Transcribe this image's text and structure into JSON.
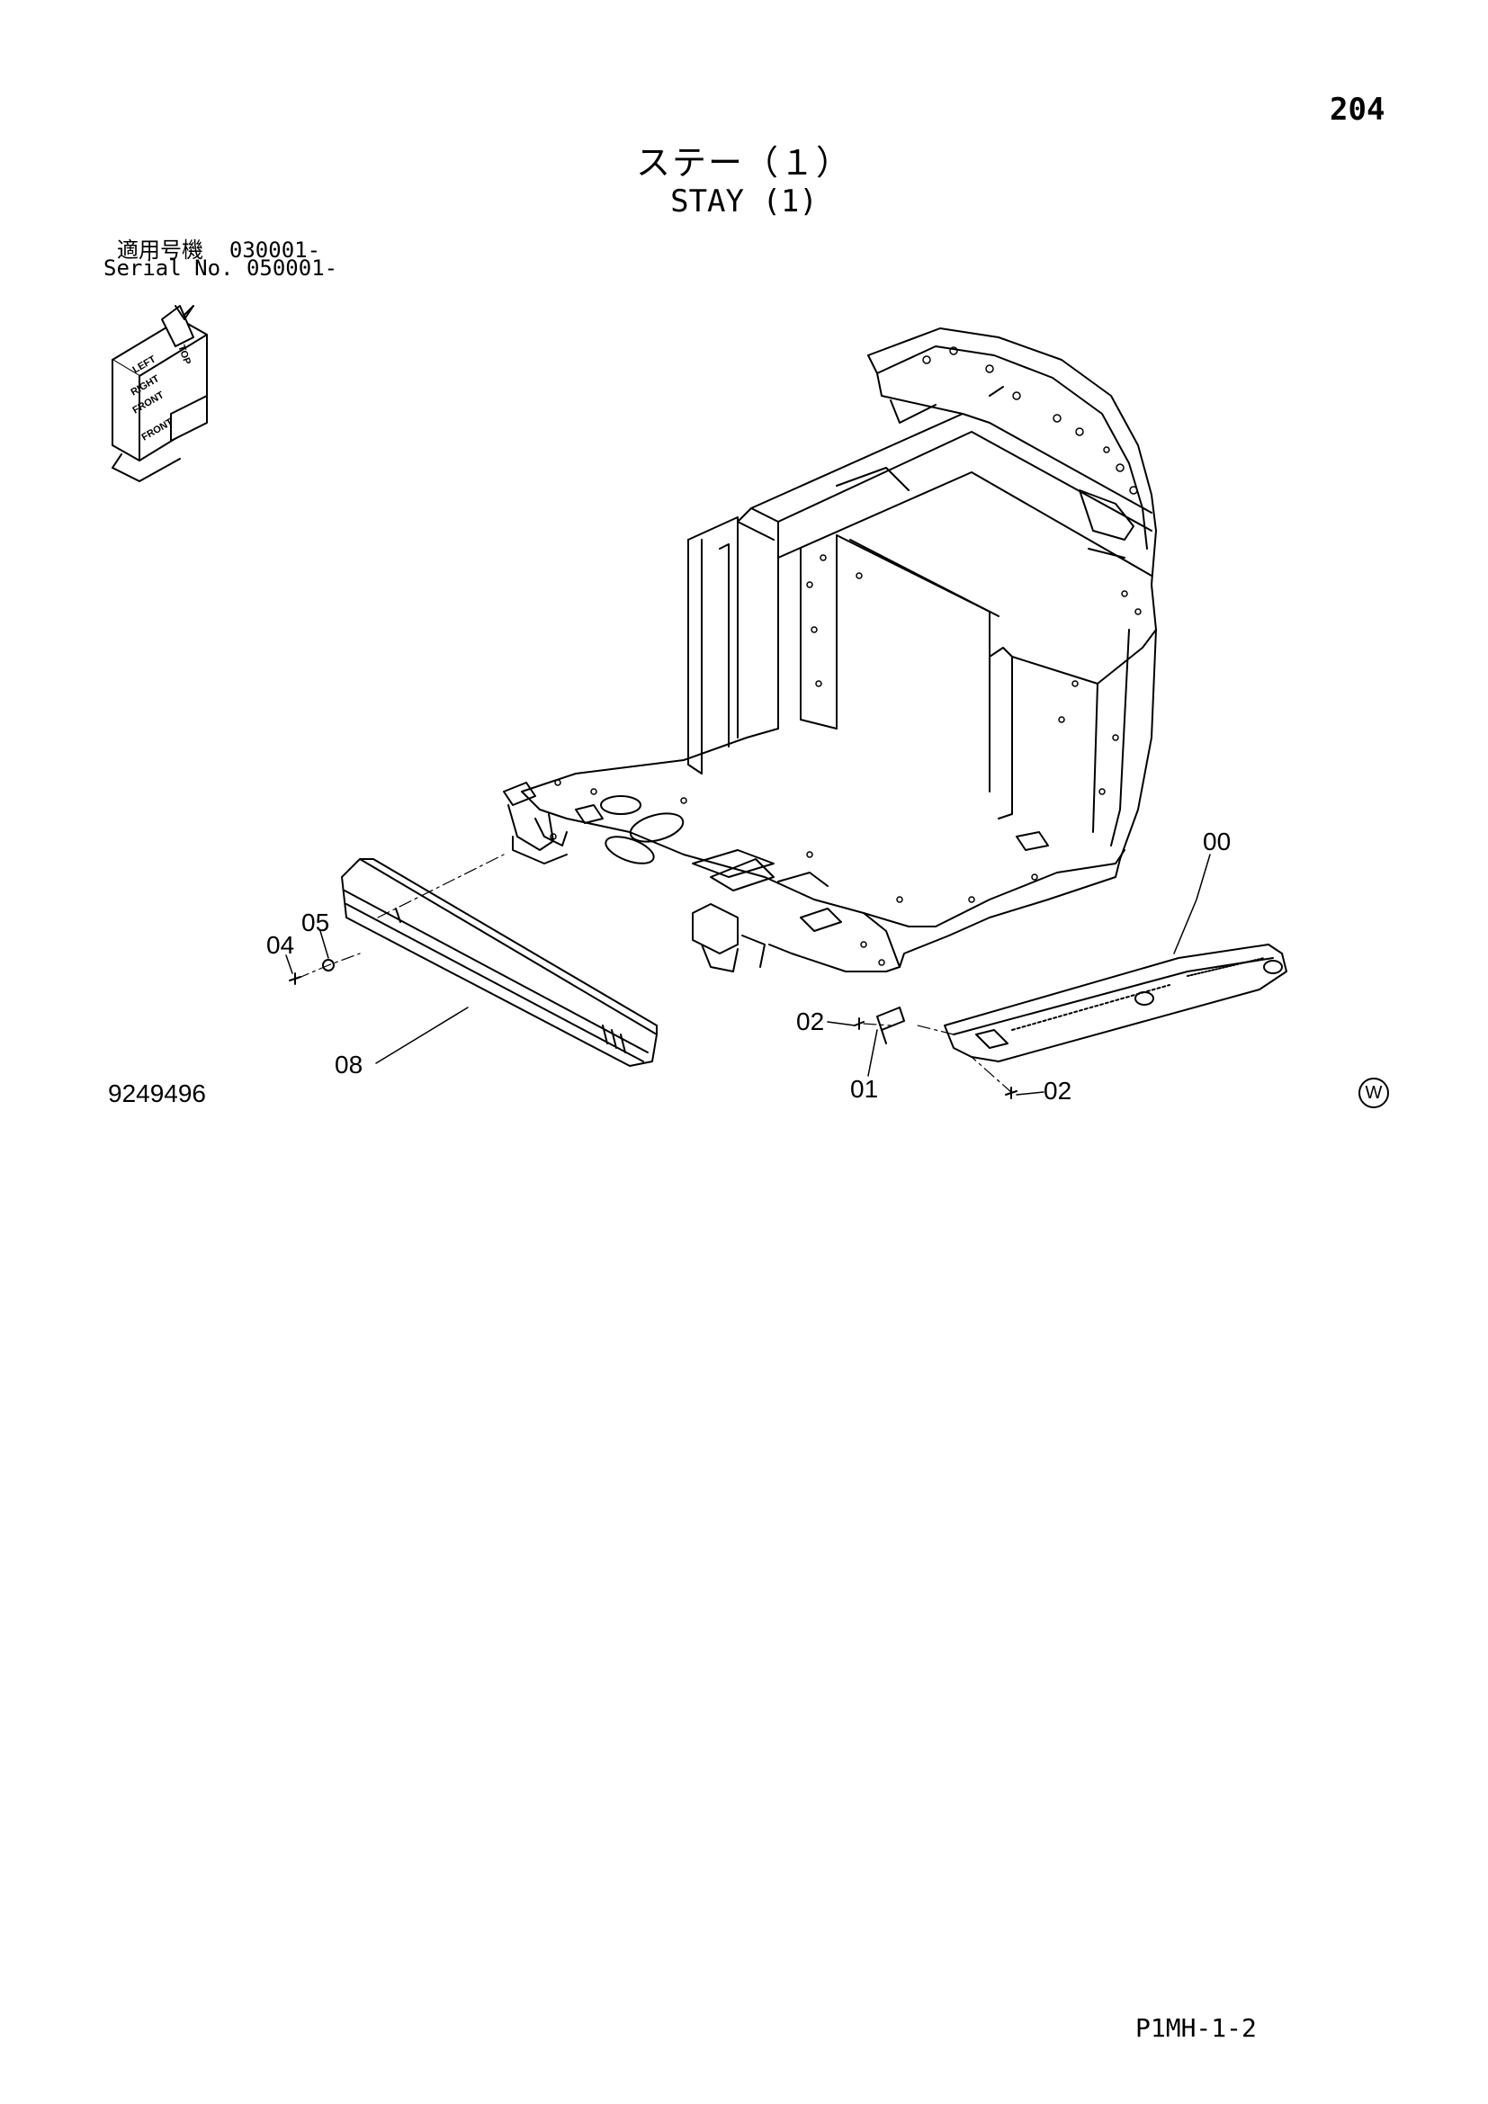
{
  "header": {
    "page_number": "204",
    "title_jp": "ステー（１）",
    "title_en": "STAY (1)",
    "serial_jp": "適用号機  030001-",
    "serial_en": "Serial No. 050001-"
  },
  "orientation_labels": [
    "LEFT",
    "TOP",
    "RIGHT",
    "FRONT",
    "FRONT"
  ],
  "callouts": [
    "00",
    "05",
    "04",
    "02",
    "08",
    "01",
    "02"
  ],
  "footer": {
    "drawing_number": "9249496",
    "copyright_mark": "W",
    "page_code": "P1MH-1-2"
  }
}
